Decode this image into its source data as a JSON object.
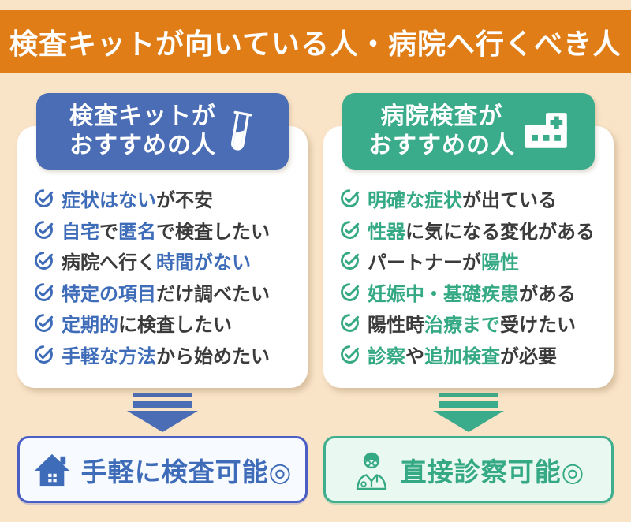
{
  "colors": {
    "bg": "#FAE4C8",
    "orange": "#E07D16",
    "header_blue": "#4A6DB5",
    "header_green": "#3BAC8B",
    "accent_blue": "#3E6CB8",
    "accent_green": "#35A984",
    "dark": "#3B3B3B",
    "result_bg_blue": "#F7FAFF",
    "result_border_blue": "#4A5EC4",
    "result_bg_green": "#E9F8F1",
    "result_border_green": "#3FAE8C"
  },
  "banner": {
    "title": "検査キットが向いている人・病院へ行くべき人"
  },
  "kit": {
    "header_line1": "検査キットが",
    "header_line2": "おすすめの人",
    "items": [
      [
        {
          "t": "症状はない",
          "a": true
        },
        {
          "t": "が不安",
          "a": false
        }
      ],
      [
        {
          "t": "自宅",
          "a": true
        },
        {
          "t": "で",
          "a": false
        },
        {
          "t": "匿名",
          "a": true
        },
        {
          "t": "で検査したい",
          "a": false
        }
      ],
      [
        {
          "t": "病院へ行く",
          "a": false
        },
        {
          "t": "時間がない",
          "a": true
        }
      ],
      [
        {
          "t": "特定の項目",
          "a": true
        },
        {
          "t": "だけ調べたい",
          "a": false
        }
      ],
      [
        {
          "t": "定期的",
          "a": true
        },
        {
          "t": "に検査したい",
          "a": false
        }
      ],
      [
        {
          "t": "手軽な方法",
          "a": true
        },
        {
          "t": "から始めたい",
          "a": false
        }
      ]
    ],
    "result": "手軽に検査可能◎"
  },
  "hospital": {
    "header_line1": "病院検査が",
    "header_line2": "おすすめの人",
    "items": [
      [
        {
          "t": "明確な症状",
          "a": true
        },
        {
          "t": "が出ている",
          "a": false
        }
      ],
      [
        {
          "t": "性器",
          "a": true
        },
        {
          "t": "に気になる変化がある",
          "a": false
        }
      ],
      [
        {
          "t": "パートナーが",
          "a": false
        },
        {
          "t": "陽性",
          "a": true
        }
      ],
      [
        {
          "t": "妊娠中・基礎疾患",
          "a": true
        },
        {
          "t": "がある",
          "a": false
        }
      ],
      [
        {
          "t": "陽性時",
          "a": false
        },
        {
          "t": "治療まで",
          "a": true
        },
        {
          "t": "受けたい",
          "a": false
        }
      ],
      [
        {
          "t": "診察",
          "a": true
        },
        {
          "t": "や",
          "a": false
        },
        {
          "t": "追加検査",
          "a": true
        },
        {
          "t": "が必要",
          "a": false
        }
      ]
    ],
    "result": "直接診察可能◎"
  }
}
